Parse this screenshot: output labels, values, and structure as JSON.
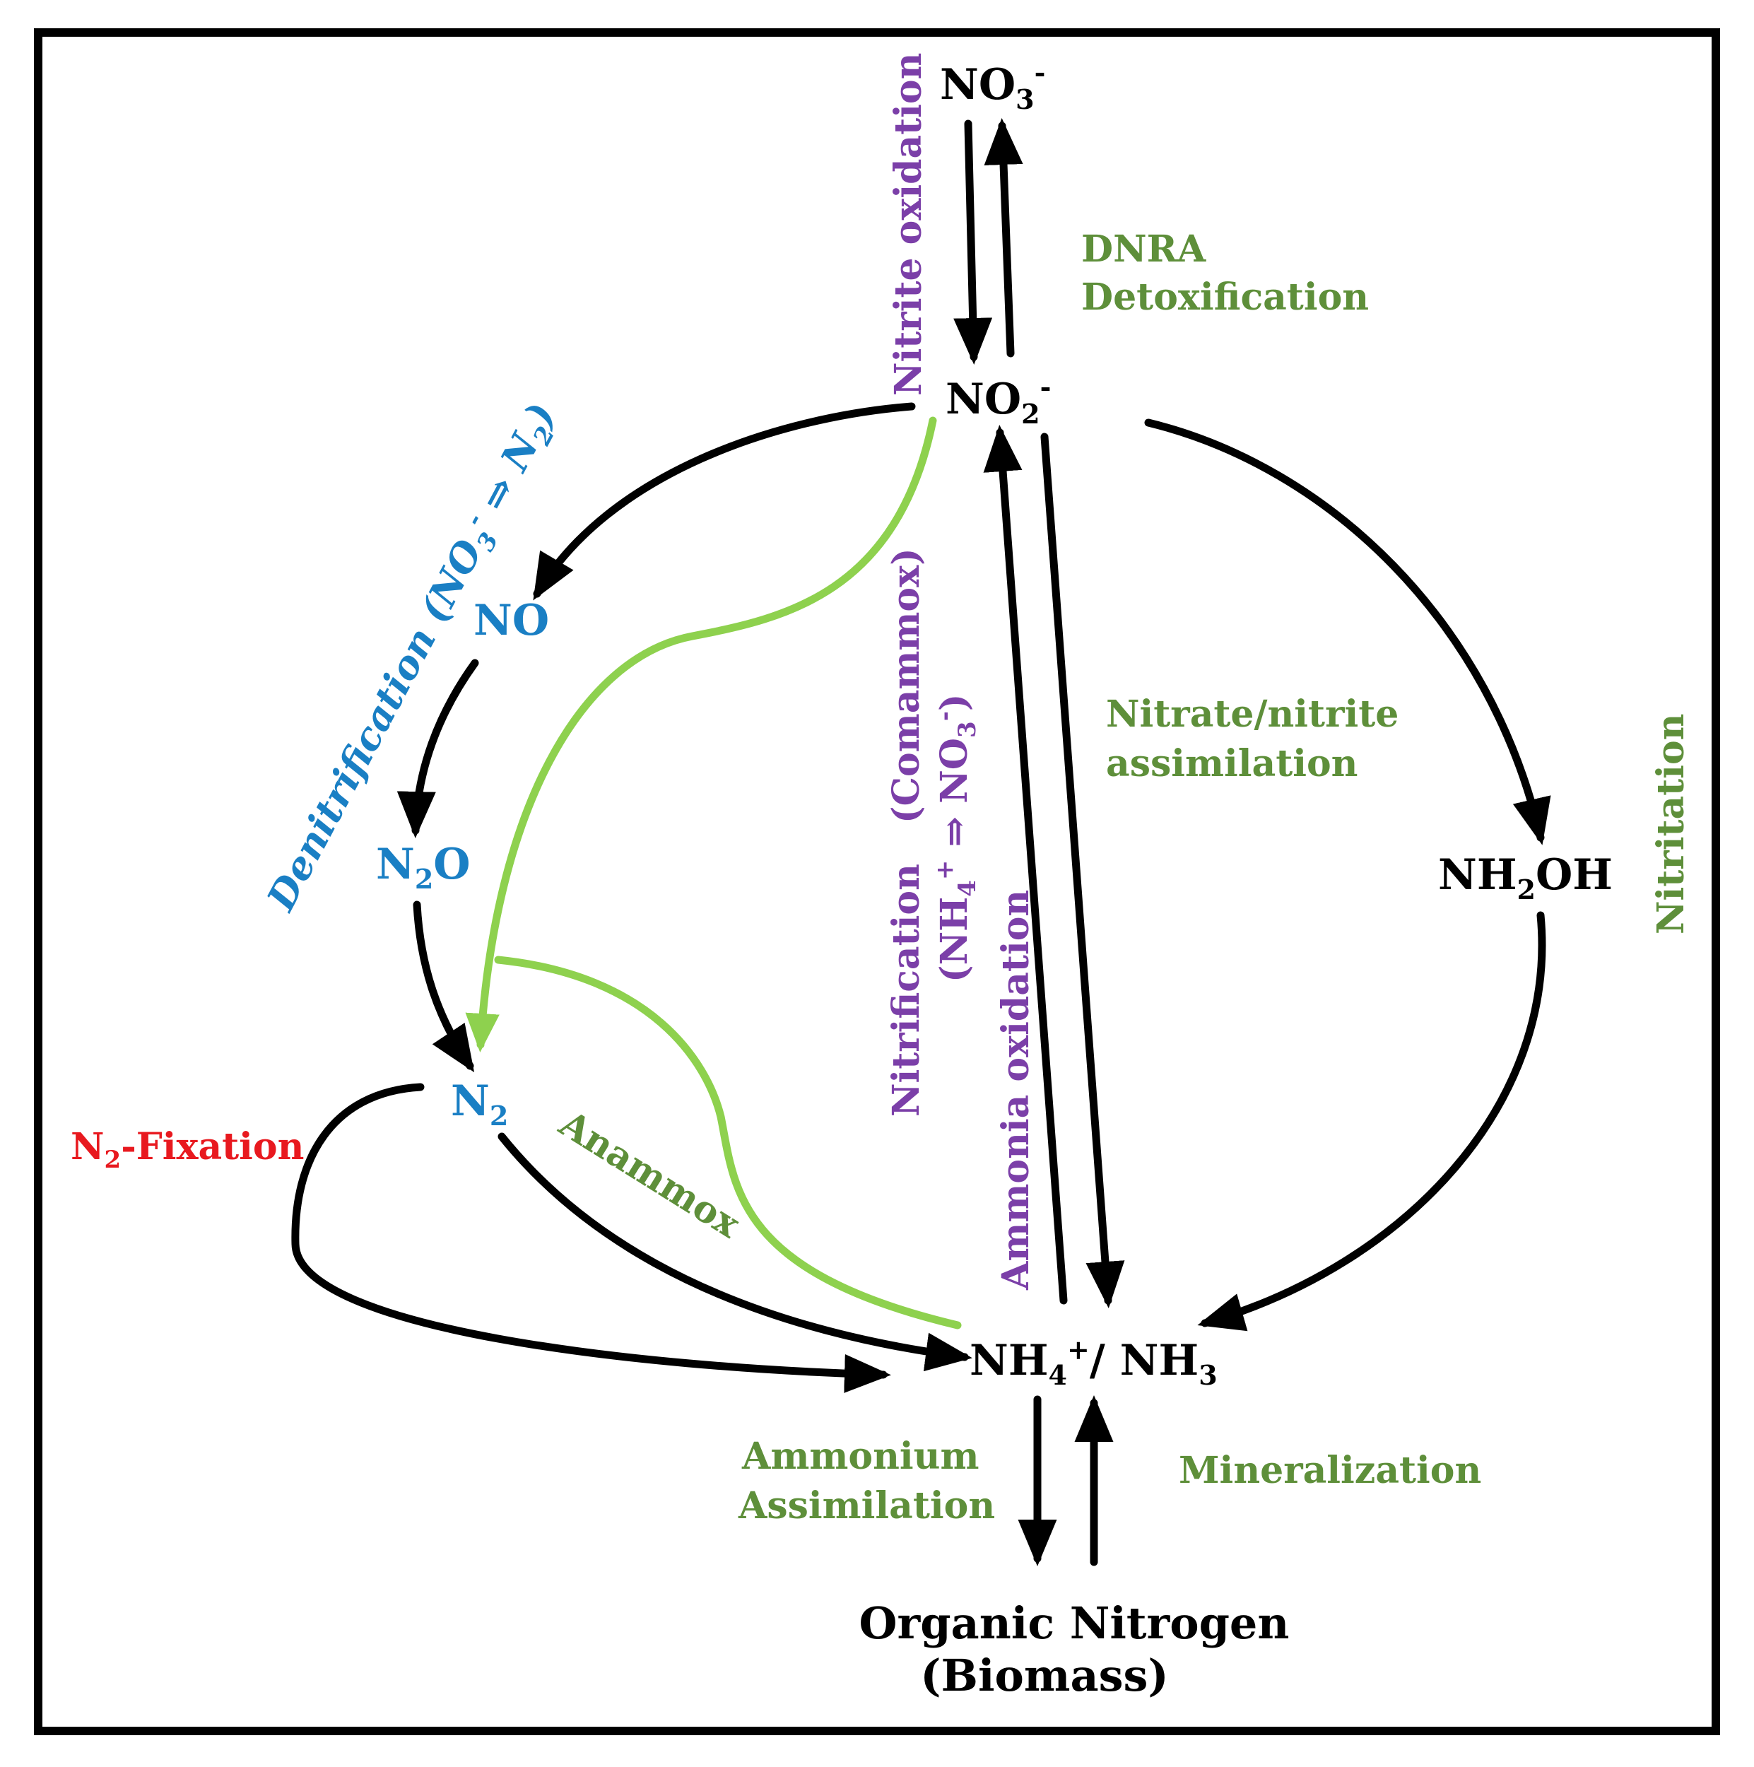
{
  "colors": {
    "black": "#000000",
    "blue": "#1a7fc4",
    "purple": "#7b3fa8",
    "olive": "#5e8f3a",
    "red": "#e8191f",
    "lime": "#8ed14e"
  },
  "nodes": {
    "no3": {
      "main": "NO",
      "sub": "3",
      "sup": "-"
    },
    "no2": {
      "main": "NO",
      "sub": "2",
      "sup": "-"
    },
    "no": {
      "main": "NO"
    },
    "n2o": {
      "pre": "N",
      "sub": "2",
      "post": "O"
    },
    "n2": {
      "pre": "N",
      "sub": "2"
    },
    "nh2oh": {
      "pre": "NH",
      "sub": "2",
      "post": "OH"
    },
    "nh4": {
      "pre": "NH",
      "sub": "4",
      "sup": "+",
      "mid": "/ NH",
      "sub2": "3"
    },
    "organic_line1": "Organic Nitrogen",
    "organic_line2": "(Biomass)"
  },
  "processes": {
    "nitrite_oxidation": "Nitrite oxidation",
    "dnra": "DNRA",
    "detoxification": "Detoxification",
    "denitrification": {
      "text": "Denitrification (NO",
      "sub": "3",
      "sup": "-",
      "arrow": " ⇒ N",
      "sub2": "2",
      "close": ")"
    },
    "comammox": "(Comammox)",
    "nitrification": "Nitrification",
    "nitrification_eq": {
      "open": "(NH",
      "sub": "4",
      "sup": "+",
      "arrow": " ⇒ NO",
      "sub2": "3",
      "sup2": "-",
      "close": ")"
    },
    "ammonia_oxidation": "Ammonia oxidation",
    "nitrate_assim_1": "Nitrate/nitrite",
    "nitrate_assim_2": "assimilation",
    "nitritation": "Nitritation",
    "n2_fixation": {
      "pre": "N",
      "sub": "2",
      "post": "-Fixation"
    },
    "anammox": "Anammox",
    "ammonium_1": "Ammonium",
    "ammonium_2": "Assimilation",
    "mineralization": "Mineralization"
  }
}
